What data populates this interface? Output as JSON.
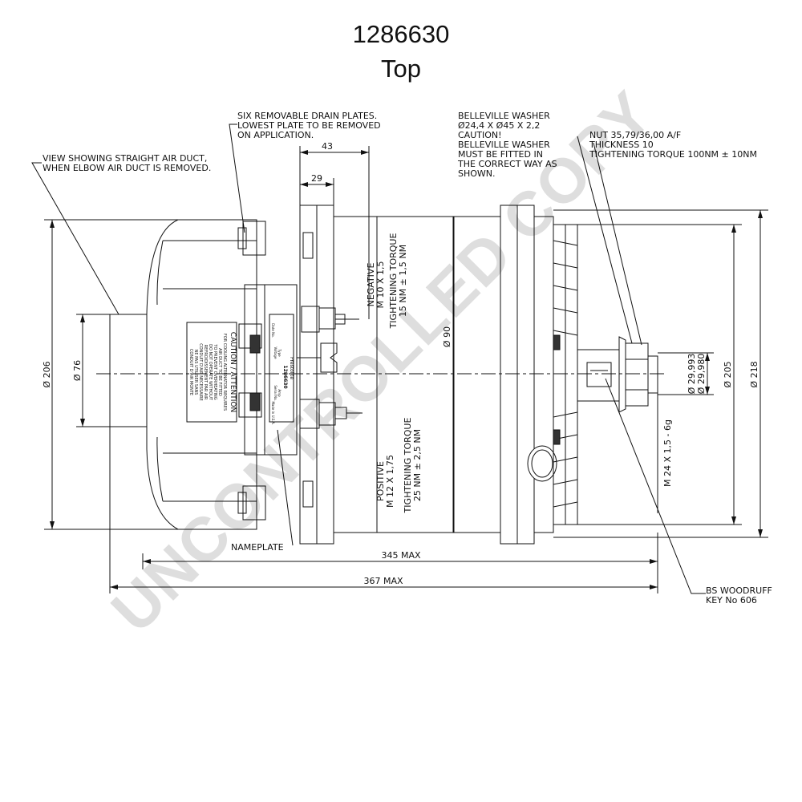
{
  "header": {
    "part_number": "1286630",
    "view": "Top"
  },
  "notes": {
    "air_duct": [
      "VIEW SHOWING STRAIGHT AIR DUCT,",
      "WHEN ELBOW AIR DUCT IS REMOVED."
    ],
    "drain_plates": [
      "SIX REMOVABLE DRAIN PLATES.",
      "LOWEST PLATE TO BE REMOVED",
      "ON APPLICATION."
    ],
    "belleville_a": [
      "BELLEVILLE WASHER",
      "Ø24,4 X Ø45 X 2,2",
      "CAUTION!"
    ],
    "belleville_b": [
      "BELLEVILLE WASHER",
      "MUST BE FITTED IN",
      "THE CORRECT WAY AS",
      "SHOWN."
    ],
    "nut": [
      "NUT 35,79/36,00 A/F",
      "THICKNESS 10",
      "TIGHTENING TORQUE 100NM ± 10NM"
    ],
    "negative": [
      "NEGATIVE",
      "M 10 X 1,5"
    ],
    "negative_torque": [
      "TIGHTENING TORQUE",
      "15 NM ± 1,5 NM"
    ],
    "positive": [
      "POSITIVE",
      "M 12 X 1,75"
    ],
    "positive_torque": [
      "TIGHTENING TORQUE",
      "25 NM ± 2,5 NM"
    ],
    "nameplate": "NAMEPLATE",
    "woodruff": [
      "BS WOODRUFF",
      "KEY No 606"
    ],
    "thread": "M 24 X 1,5 - 6g"
  },
  "dimensions": {
    "d206": "Ø 206",
    "d76": "Ø 76",
    "d90": "Ø 90",
    "d205": "Ø 205",
    "d218": "Ø 218",
    "d29993": "Ø 29,993",
    "d29980": "Ø 29,980",
    "w43": "43",
    "w29": "29",
    "w345": "345 MAX",
    "w367": "367 MAX"
  },
  "caution_label": {
    "heading": "CAUTION / ATTENTION",
    "lines": [
      "FOR COOLING ALTERNATOR REQUIRES",
      "AIR DUCT TO BE FITTED",
      "TO PREVENT OVERHEATING",
      "DO NOT OPERATE WITHOUT",
      "REFROIDISSEMENT PAR AIR",
      "CONDUIT D'AIR NECESSAIRE",
      "NE PAS UTILISER SANS",
      "CONDUIT D'AIR MONTE"
    ]
  },
  "nameplate_label": {
    "brand": "Prestolite",
    "number": "1286630",
    "lines": [
      "Type",
      "Voltage",
      "Amp",
      "Serial No.",
      "Date No.",
      "Made in U.S.A."
    ]
  },
  "watermark": "UNCONTROLLED COPY"
}
